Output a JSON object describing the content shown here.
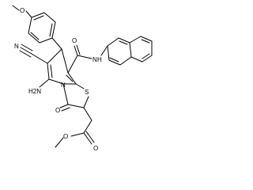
{
  "structure": {
    "atom_labels": {
      "o_methoxy": "O",
      "n_nitrile": "N",
      "n_amide": "N",
      "h_amide": "H",
      "o_amide": "O",
      "h2n_amino": "H2N",
      "n_ring": "N",
      "s_ring": "S",
      "o_carbonyl": "O",
      "o_ester_single": "O",
      "o_ester_double": "O"
    }
  },
  "colors": {
    "bond": "#000000",
    "label": "#000000",
    "background": "#ffffff"
  }
}
